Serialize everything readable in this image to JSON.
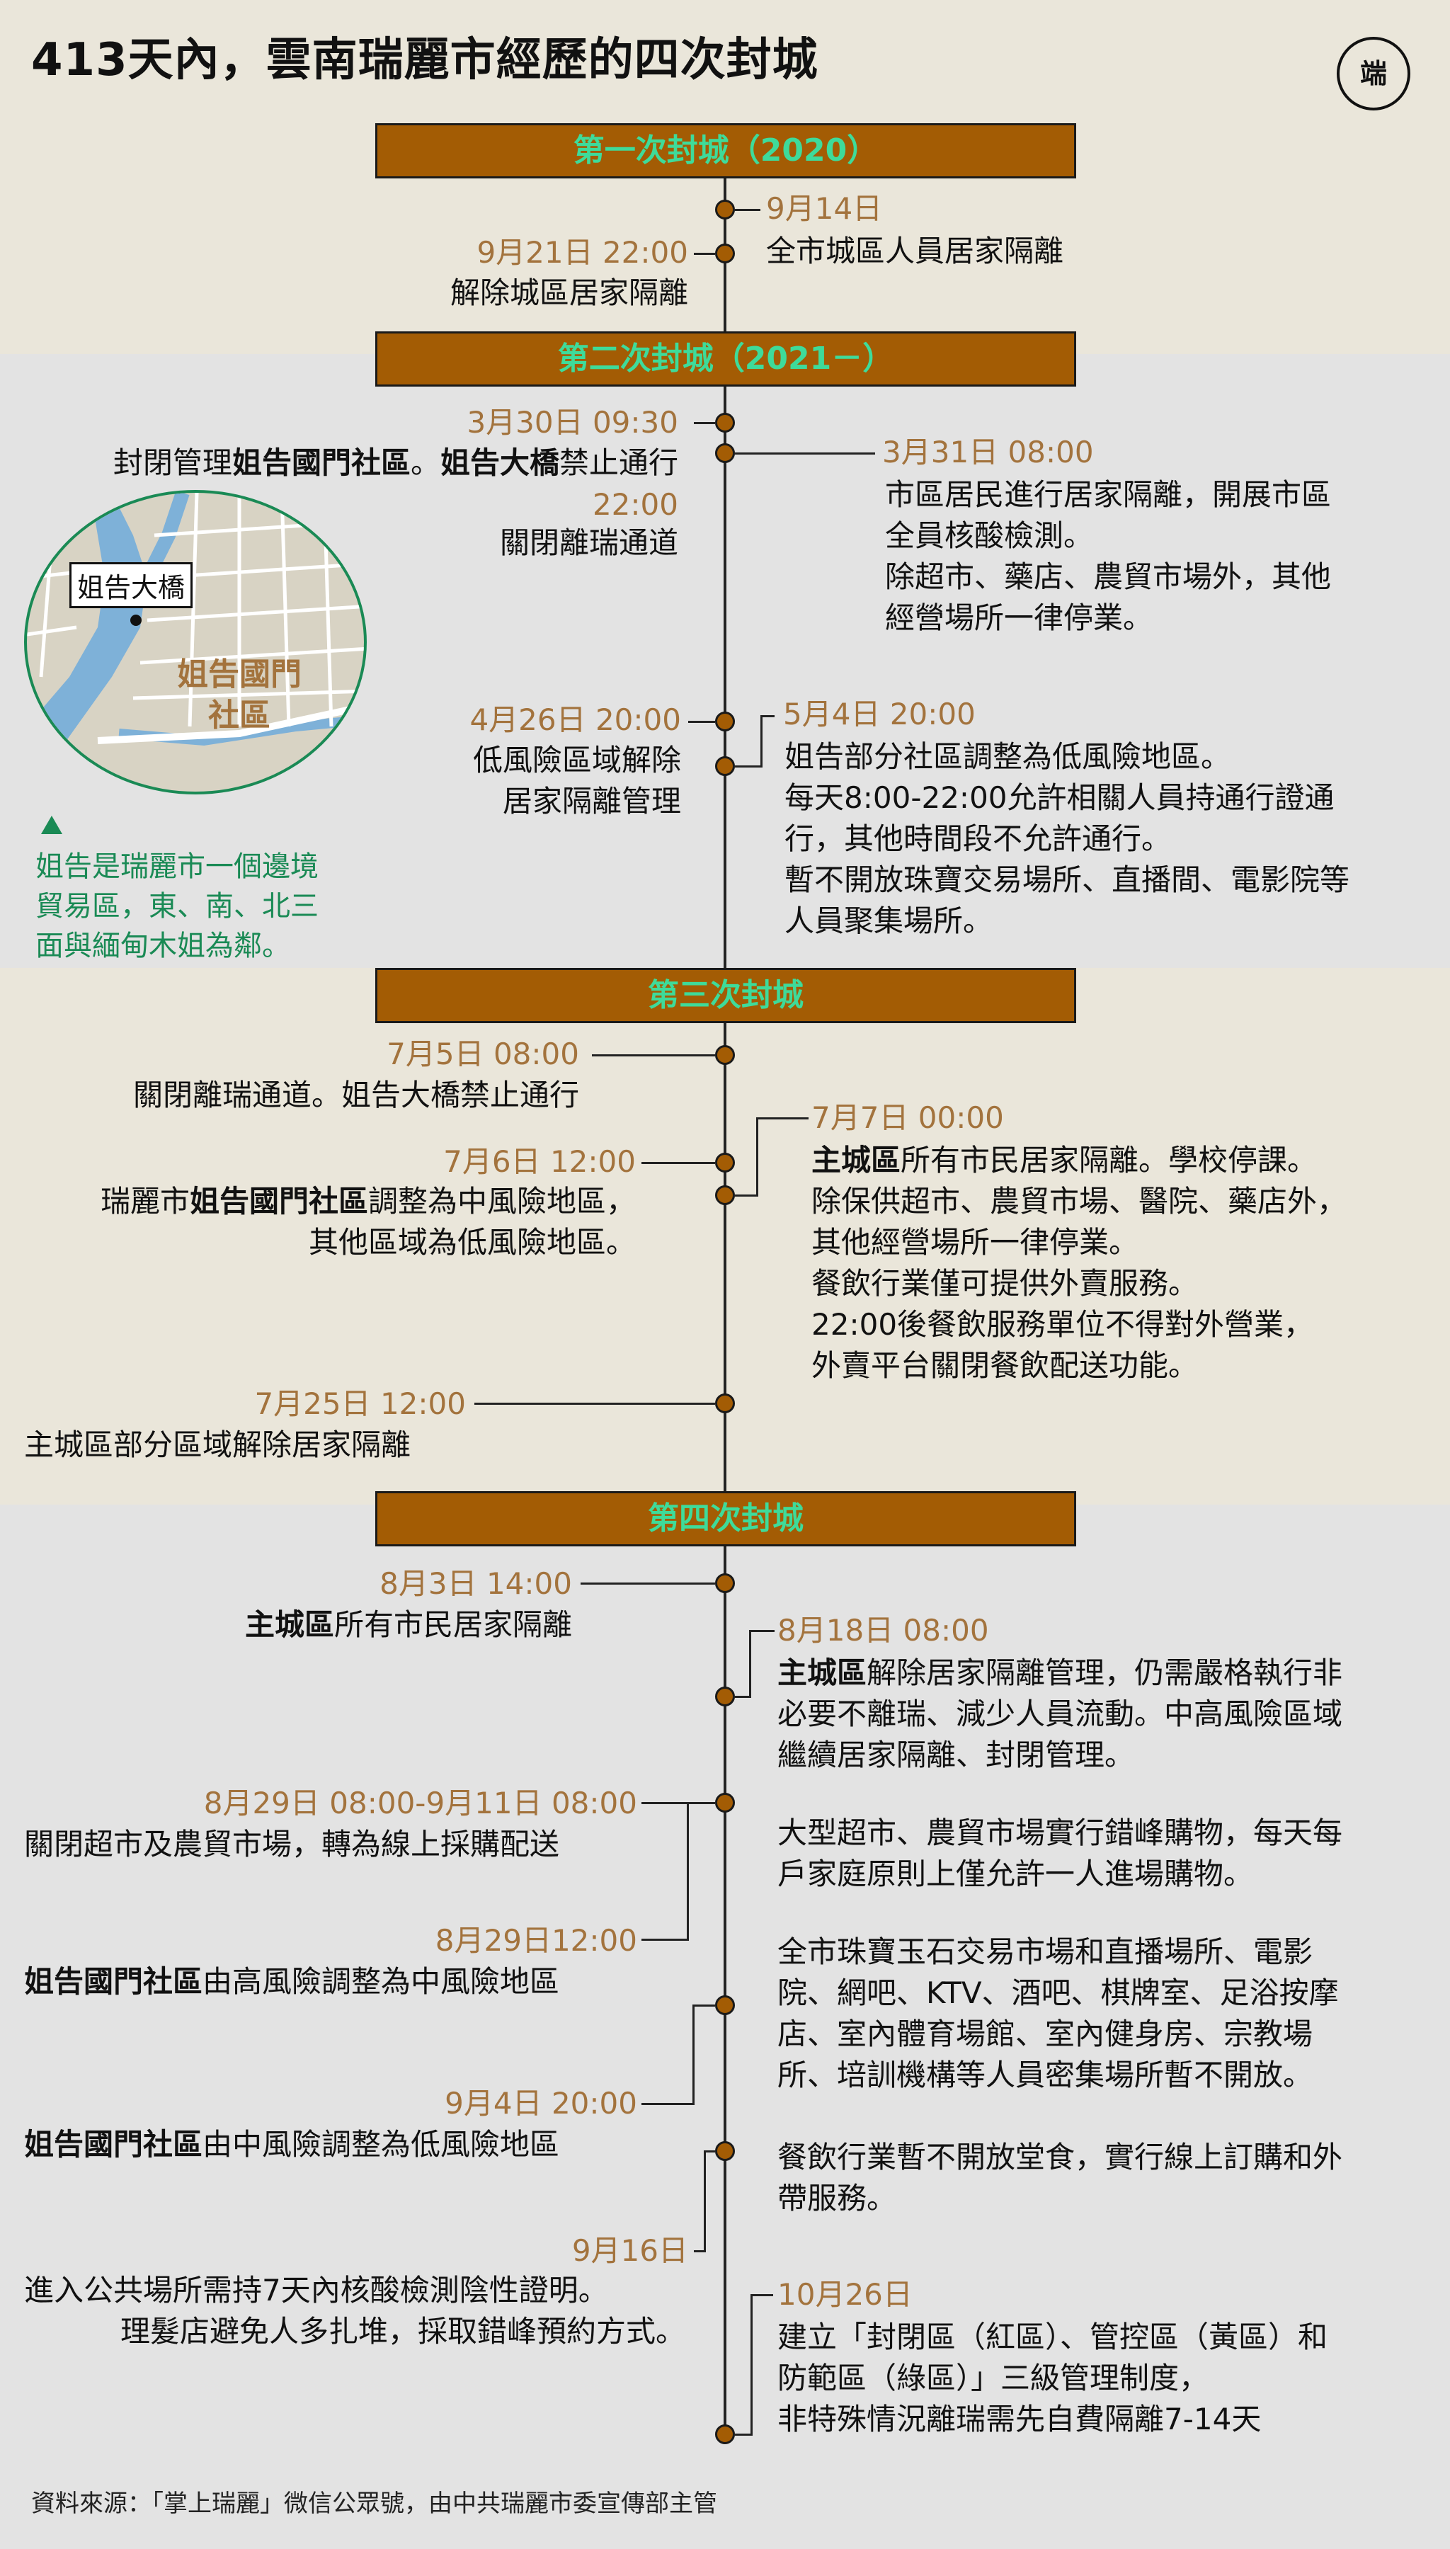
{
  "title": "413天內，雲南瑞麗市經歷的四次封城",
  "logo": "端",
  "source": "資料來源：「掌上瑞麗」微信公眾號，由中共瑞麗市委宣傳部主管",
  "phases": [
    "第一次封城（2020）",
    "第二次封城（2021－）",
    "第三次封城",
    "第四次封城"
  ],
  "p1": {
    "d1": "9月14日",
    "t1": "全市城區人員居家隔離",
    "d2": "9月21日 22:00",
    "t2": "解除城區居家隔離"
  },
  "p2": {
    "d1": "3月30日 09:30",
    "t1a": "封閉管理",
    "t1b": "姐告國門社區",
    "t1c": "。",
    "t1d": "姐告大橋",
    "t1e": "禁止通行",
    "d1b": "22:00",
    "t1f": "關閉離瑞通道",
    "d2": "3月31日 08:00",
    "t2": [
      "市區居民進行居家隔離，開展市區",
      "全員核酸檢測。",
      "除超市、藥店、農貿市場外，其他",
      "經營場所一律停業。"
    ],
    "d3": "4月26日 20:00",
    "t3": [
      "低風險區域解除",
      "居家隔離管理"
    ],
    "d4": "5月4日 20:00",
    "t4": [
      "姐告部分社區調整為低風險地區。",
      "每天8:00-22:00允許相關人員持通行證通",
      "行，其他時間段不允許通行。",
      "暫不開放珠寶交易場所、直播間、電影院等",
      "人員聚集場所。"
    ],
    "map_bridge": "姐告大橋",
    "map_area": [
      "姐告國門",
      "社區"
    ],
    "note": [
      "姐告是瑞麗市一個邊境",
      "貿易區，東、南、北三",
      "面與緬甸木姐為鄰。"
    ]
  },
  "p3": {
    "d1": "7月5日 08:00",
    "t1": "關閉離瑞通道。姐告大橋禁止通行",
    "d2": "7月6日 12:00",
    "t2a": "瑞麗市",
    "t2b": "姐告國門社區",
    "t2c": "調整為中風險地區，",
    "t2d": "其他區域為低風險地區。",
    "d3": "7月7日 00:00",
    "t3a": "主城區",
    "t3b": "所有市民居家隔離。學校停課。",
    "t3": [
      "除保供超市、農貿市場、醫院、藥店外，",
      "其他經營場所一律停業。",
      "餐飲行業僅可提供外賣服務。",
      "22:00後餐飲服務單位不得對外營業，",
      "外賣平台關閉餐飲配送功能。"
    ],
    "d4": "7月25日 12:00",
    "t4": "主城區部分區域解除居家隔離"
  },
  "p4": {
    "d1": "8月3日 14:00",
    "t1a": "主城區",
    "t1b": "所有市民居家隔離",
    "d2": "8月18日 08:00",
    "t2a": "主城區",
    "t2b": "解除居家隔離管理，仍需嚴格執行非",
    "t2": [
      "必要不離瑞、減少人員流動。中高風險區域",
      "繼續居家隔離、封閉管理。"
    ],
    "d3": "8月29日 08:00-9月11日 08:00",
    "t3": "關閉超市及農貿市場，轉為線上採購配送",
    "t3r": [
      "大型超市、農貿市場實行錯峰購物，每天每",
      "戶家庭原則上僅允許一人進場購物。"
    ],
    "d4": "8月29日12:00",
    "t4a": "姐告國門社區",
    "t4b": "由高風險調整為中風險地區",
    "t4r": [
      "全市珠寶玉石交易市場和直播場所、電影",
      "院、網吧、KTV、酒吧、棋牌室、足浴按摩",
      "店、室內體育場館、室內健身房、宗教場",
      "所、培訓機構等人員密集場所暫不開放。"
    ],
    "d5": "9月4日 20:00",
    "t5a": "姐告國門社區",
    "t5b": "由中風險調整為低風險地區",
    "t5r": [
      "餐飲行業暫不開放堂食，實行線上訂購和外",
      "帶服務。"
    ],
    "d6": "9月16日",
    "t6": [
      "進入公共場所需持7天內核酸檢測陰性證明。",
      "理髮店避免人多扎堆，採取錯峰預約方式。"
    ],
    "d7": "10月26日",
    "t7": [
      "建立「封閉區（紅區）、管控區（黃區）和",
      "防範區（綠區）」三級管理制度，",
      "非特殊情況離瑞需先自費隔離7-14天"
    ]
  }
}
